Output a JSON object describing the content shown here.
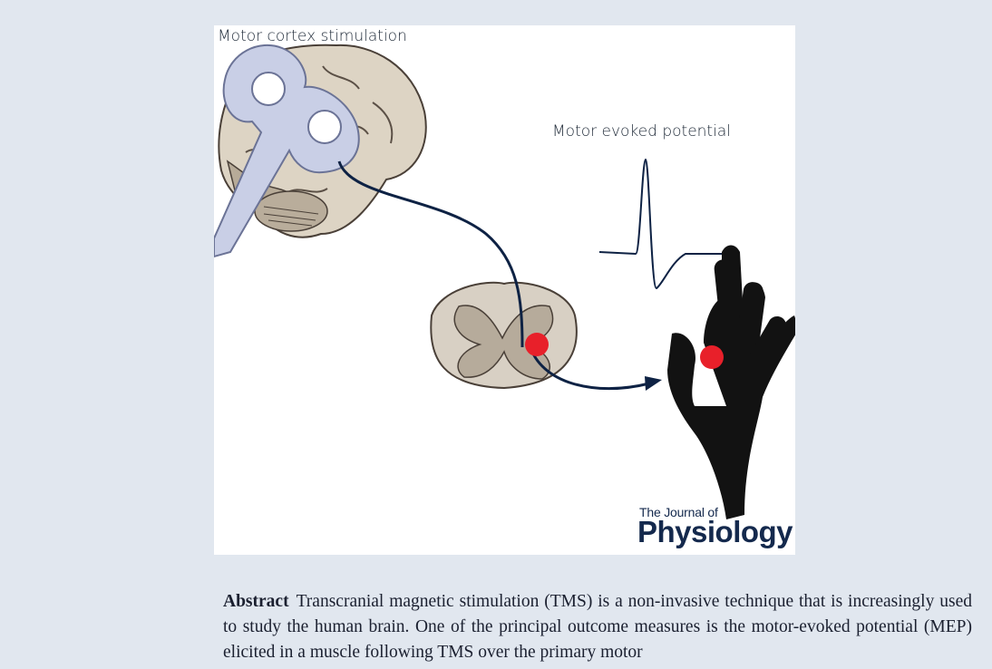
{
  "figure": {
    "label_stimulation": "Motor cortex stimulation",
    "label_mep": "Motor evoked potential",
    "journal_line1": "The Journal of",
    "journal_line2": "Physiology",
    "colors": {
      "panel_background": "#e1e7ef",
      "coil": "#c9cfe6",
      "nerve_path": "#0e2244",
      "stimulation_spot": "#e8202a",
      "hand": "#121212",
      "spinal_cord": "#d8d0c4"
    }
  },
  "abstract": {
    "heading": "Abstract",
    "text": "Transcranial magnetic stimulation (TMS) is a non-invasive technique that is increasingly used to study the human brain. One of the principal outcome measures is the motor-evoked potential (MEP) elicited in a muscle following TMS over the primary motor"
  }
}
